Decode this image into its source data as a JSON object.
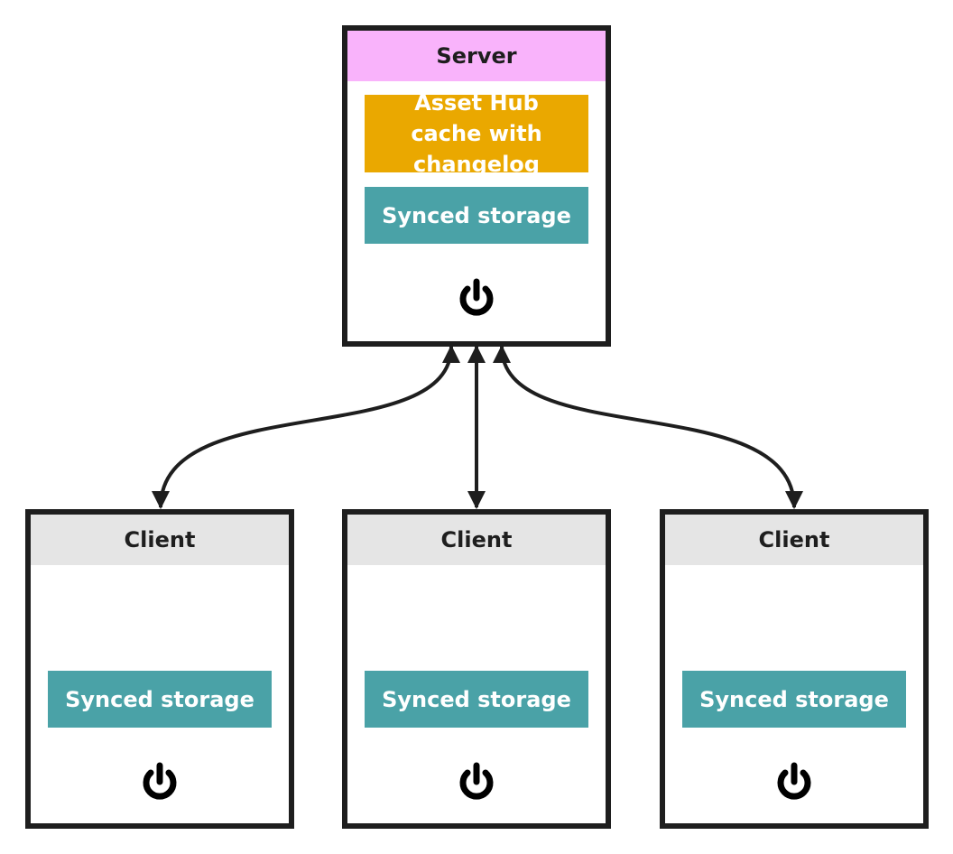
{
  "server": {
    "title": "Server",
    "header_color": "#f9b3fb",
    "cache_label": "Asset Hub cache with changelog",
    "cache_color": "#eaa800",
    "storage_label": "Synced storage",
    "storage_color": "#4aa2a7",
    "power_icon": "power-icon"
  },
  "clients": [
    {
      "title": "Client",
      "storage_label": "Synced storage",
      "power_icon": "power-icon"
    },
    {
      "title": "Client",
      "storage_label": "Synced storage",
      "power_icon": "power-icon"
    },
    {
      "title": "Client",
      "storage_label": "Synced storage",
      "power_icon": "power-icon"
    }
  ],
  "client_header_color": "#e5e5e5",
  "connector_color": "#1e1e1e"
}
